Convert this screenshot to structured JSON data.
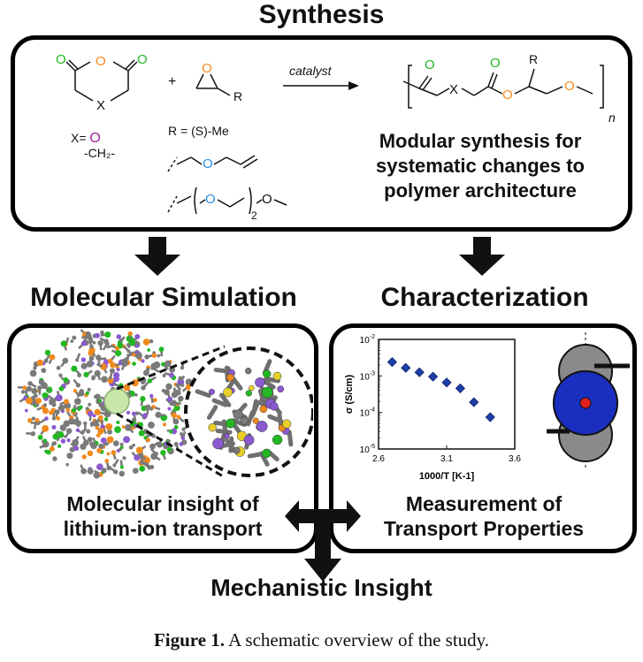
{
  "titles": {
    "synthesis": "Synthesis",
    "simulation": "Molecular Simulation",
    "characterization": "Characterization",
    "mechanistic": "Mechanistic Insight"
  },
  "synthesis": {
    "catalyst": "catalyst",
    "plus": "+",
    "x_label": "X=",
    "x_o": "O",
    "x_ch2": "-CH₂-",
    "r_label": "R = (S)-Me",
    "ring_x": "X",
    "ring_o": "O",
    "epox_o": "O",
    "epox_r": "R",
    "polymer_x": "X",
    "polymer_r": "R",
    "polymer_o": "O",
    "polymer_n": "n",
    "side_sub": "2",
    "side_o": "O",
    "description_line1": "Modular synthesis for",
    "description_line2": "systematic changes to",
    "description_line3": "polymer architecture"
  },
  "simulation": {
    "line1": "Molecular insight of",
    "line2": "lithium-ion transport"
  },
  "characterization": {
    "line1": "Measurement of",
    "line2": "Transport Properties"
  },
  "chart_data": {
    "type": "scatter",
    "xlabel": "1000/T [K-1]",
    "ylabel": "σ (S/cm)",
    "xlim": [
      2.6,
      3.6
    ],
    "ylim_log10": [
      -5,
      -2
    ],
    "log_y": true,
    "x_ticks": [
      "2.6",
      "3.1",
      "3.6"
    ],
    "y_tick_labels": [
      "10-2",
      "10-3",
      "10-4",
      "10-5"
    ],
    "series": [
      {
        "marker": "diamond",
        "color": "#1f3fa8",
        "x": [
          2.7,
          2.8,
          2.9,
          3.0,
          3.1,
          3.2,
          3.3,
          3.42
        ],
        "y_log10": [
          -2.62,
          -2.78,
          -2.9,
          -3.02,
          -3.18,
          -3.34,
          -3.72,
          -4.13
        ]
      }
    ]
  },
  "caption": {
    "label": "Figure 1.",
    "text": " A schematic overview of the study."
  },
  "colors": {
    "oxygen_orange": "#f08a1c",
    "oxygen_green": "#22b822",
    "oxygen_blue": "#2a8de0",
    "oxygen_purple": "#a0209a",
    "marker_blue": "#1f3fa8"
  }
}
